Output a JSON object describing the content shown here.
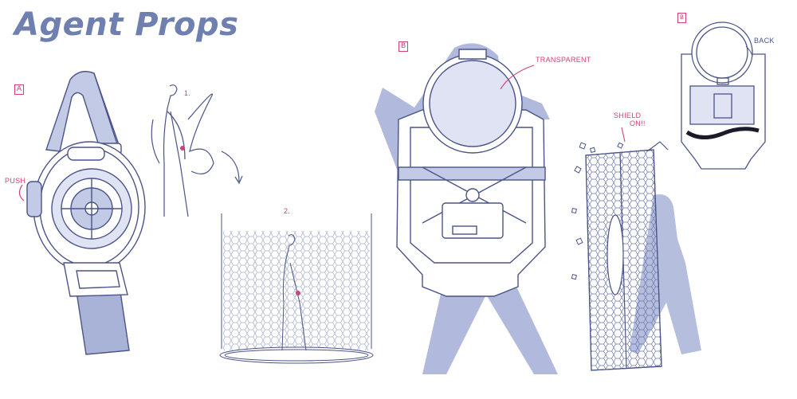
{
  "title": "Agent Props",
  "labels": {
    "panel_a": "A",
    "panel_b": "B",
    "panel_c": "B",
    "push": "PUSH",
    "step_1": "1.",
    "step_2": "2.",
    "transparent": "TRANSPARENT",
    "shield_on_1": "SHIELD",
    "shield_on_2": "ON!!",
    "back": "BACK"
  },
  "colors": {
    "ink": "#4a5488",
    "fill": "#a9b3d8",
    "accent": "#d0427a",
    "title": "#6f7fb0"
  }
}
